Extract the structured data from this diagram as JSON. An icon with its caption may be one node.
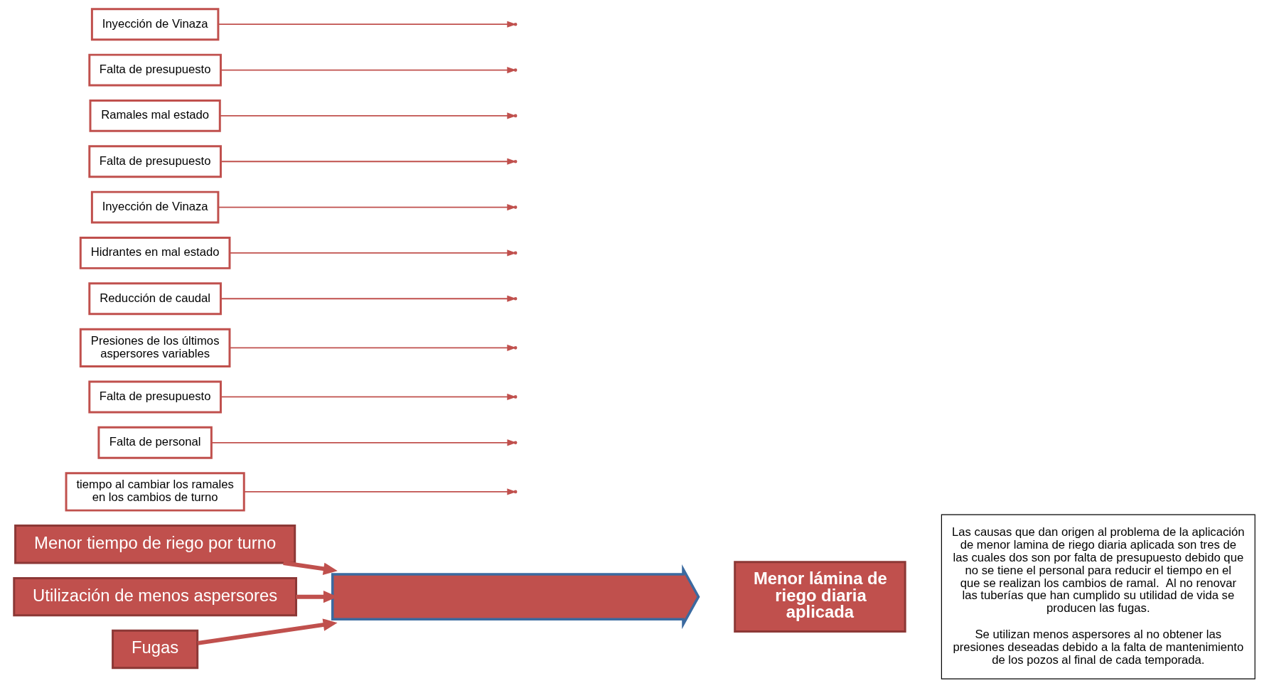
{
  "diagram": {
    "nodes": [
      {
        "text": [
          "Menor tiempo de riego por turno"
        ]
      },
      {
        "text": [
          "Utilización de menos aspersores"
        ]
      },
      {
        "text": [
          "tiempo al cambiar los ramales en los cambios de turno"
        ]
      },
      {
        "text": [
          "Falta de personal"
        ]
      },
      {
        "text": [
          "Falta de presupuesto"
        ]
      },
      {
        "text": [
          "Presiones de los últimos aspersores variables"
        ]
      },
      {
        "text": [
          "Reducción de caudal"
        ]
      },
      {
        "text": [],
        "shape": "arrow"
      },
      {
        "text": [
          "Menor lámina de riego diaria aplicada"
        ]
      },
      {
        "text": [
          "Hidrantes en mal estado"
        ]
      },
      {
        "text": [
          "Inyección de Vinaza"
        ]
      },
      {
        "text": [
          "Falta de presupuesto"
        ]
      },
      {
        "text": [
          "Ramales mal estado"
        ]
      },
      {
        "text": [
          "Falta de presupuesto"
        ]
      },
      {
        "text": [
          "Inyección de Vinaza"
        ]
      },
      {
        "text": [
          "Fugas"
        ]
      },
      {
        "text": [
          "Las causas que dan origen al problema de la aplicación de menor lamina de riego diaria aplicada son tres de las cuales dos son por falta de presupuesto debido que no se tiene el personal para reducir el tiempo en el que se realizan los cambios de ramal.  Al no renovar las tuberías que han cumplido su utilidad de vida se producen las fugas.",
          "Se utilizan menos aspersores al no obtener las presiones deseadas debido a la falta de mantenimiento de los pozos al final de cada temporada."
        ]
      }
    ],
    "edges": [
      {
        "from": 0,
        "to": 7,
        "arrow": "to",
        "style": "thick"
      },
      {
        "from": 1,
        "to": 7,
        "arrow": "to",
        "style": "thick"
      },
      {
        "from": 15,
        "to": 7,
        "arrow": "to",
        "style": "thick"
      },
      {
        "from": 2,
        "to": null,
        "arrow": "to"
      },
      {
        "from": 3,
        "to": null,
        "arrow": "to"
      },
      {
        "from": 4,
        "to": null,
        "arrow": "to"
      },
      {
        "from": 5,
        "to": null,
        "arrow": "to"
      },
      {
        "from": 6,
        "to": null,
        "arrow": "to"
      },
      {
        "from": 9,
        "to": null,
        "arrow": "to"
      },
      {
        "from": 10,
        "to": null,
        "arrow": "to"
      },
      {
        "from": 11,
        "to": null,
        "arrow": "to"
      },
      {
        "from": 12,
        "to": null,
        "arrow": "to"
      },
      {
        "from": 13,
        "to": null,
        "arrow": "to"
      },
      {
        "from": 14,
        "to": null,
        "arrow": "to"
      }
    ]
  }
}
